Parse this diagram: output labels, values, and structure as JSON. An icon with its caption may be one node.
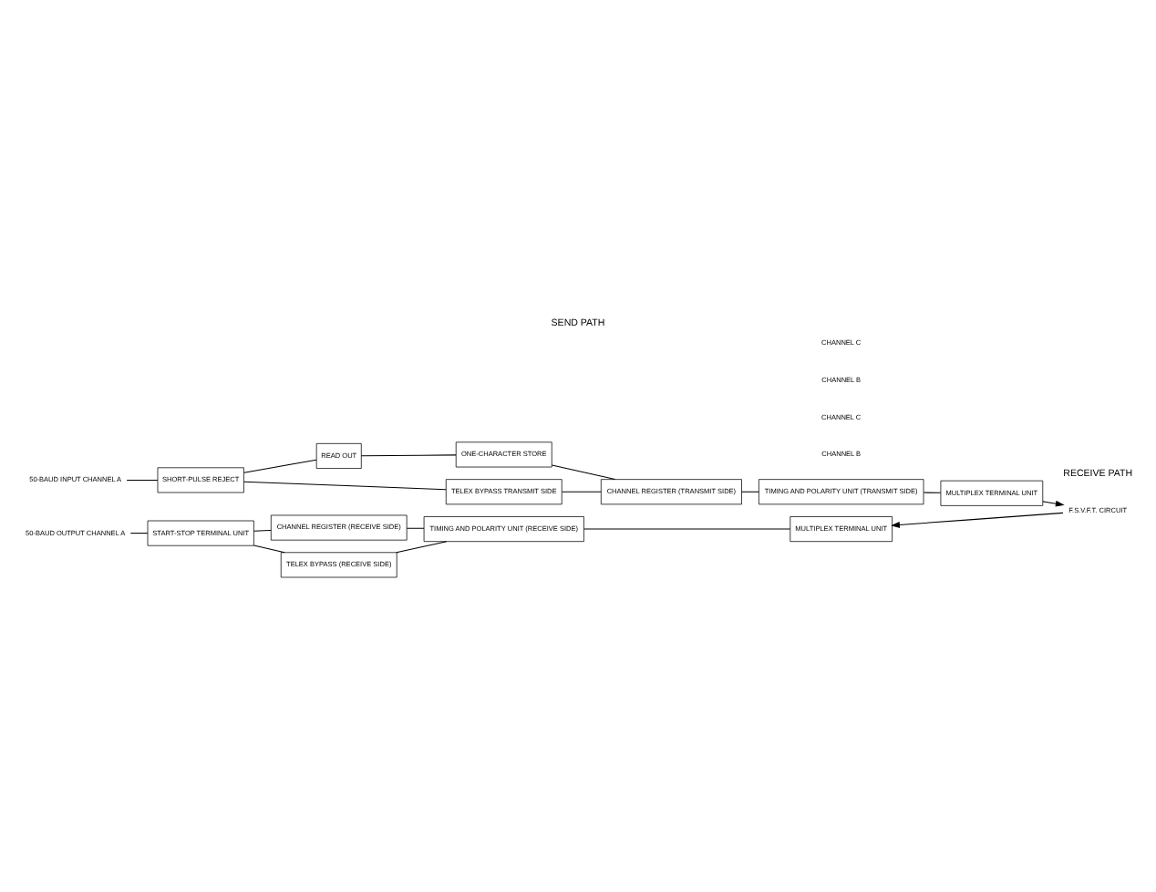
{
  "diagram": {
    "title": "SEND PATH",
    "caption": "RECEIVE PATH",
    "nodes": [
      {
        "text": [
          "50-BAUD INPUT CHANNEL A"
        ]
      },
      {
        "text": [
          "SHORT-PULSE REJECT"
        ]
      },
      {
        "text": [
          "READ OUT"
        ]
      },
      {
        "text": [
          "ONE-CHARACTER STORE"
        ]
      },
      {
        "text": [
          "TELEX BYPASS TRANSMIT SIDE"
        ]
      },
      {
        "text": [
          "CHANNEL REGISTER (TRANSMIT SIDE)"
        ]
      },
      {
        "text": [
          "TIMING AND POLARITY UNIT (TRANSMIT SIDE)"
        ]
      },
      {
        "text": [
          "MULTIPLEX TERMINAL UNIT"
        ]
      },
      {
        "text": [
          "F.S.V.F.T. CIRCUIT"
        ]
      },
      {
        "text": [
          "50-BAUD OUTPUT CHANNEL A"
        ]
      },
      {
        "text": [
          "START-STOP TERMINAL UNIT"
        ]
      },
      {
        "text": [
          "CHANNEL REGISTER (RECEIVE SIDE)"
        ]
      },
      {
        "text": [
          "TELEX BYPASS (RECEIVE SIDE)"
        ]
      },
      {
        "text": [
          "TIMING AND POLARITY UNIT (RECEIVE SIDE)"
        ]
      },
      {
        "text": [
          "MULTIPLEX TERMINAL UNIT"
        ]
      }
    ],
    "edges": [
      {
        "from": 0,
        "to": 1,
        "arrow": "none"
      },
      {
        "from": 1,
        "to": 2,
        "arrow": "none"
      },
      {
        "from": 1,
        "to": 4,
        "arrow": "none"
      },
      {
        "from": 2,
        "to": 3,
        "arrow": "none"
      },
      {
        "from": 3,
        "to": 5,
        "arrow": "none"
      },
      {
        "from": 4,
        "to": 5,
        "arrow": "none"
      },
      {
        "from": 5,
        "to": 6,
        "arrow": "none"
      },
      {
        "from": 6,
        "to": 7,
        "arrow": "none"
      },
      {
        "from": 7,
        "to": 8,
        "arrow": "to"
      },
      {
        "from": 8,
        "to": 14,
        "arrow": "to"
      },
      {
        "from": 9,
        "to": 10,
        "arrow": "none"
      },
      {
        "from": 10,
        "to": 11,
        "arrow": "none"
      },
      {
        "from": 10,
        "to": 12,
        "arrow": "none"
      },
      {
        "from": 11,
        "to": 13,
        "arrow": "none"
      },
      {
        "from": 12,
        "to": 13,
        "arrow": "none"
      },
      {
        "from": 13,
        "to": 14,
        "arrow": "none"
      }
    ],
    "labels": [
      "CHANNEL B",
      "CHANNEL C",
      "CHANNEL B",
      "CHANNEL C"
    ]
  }
}
